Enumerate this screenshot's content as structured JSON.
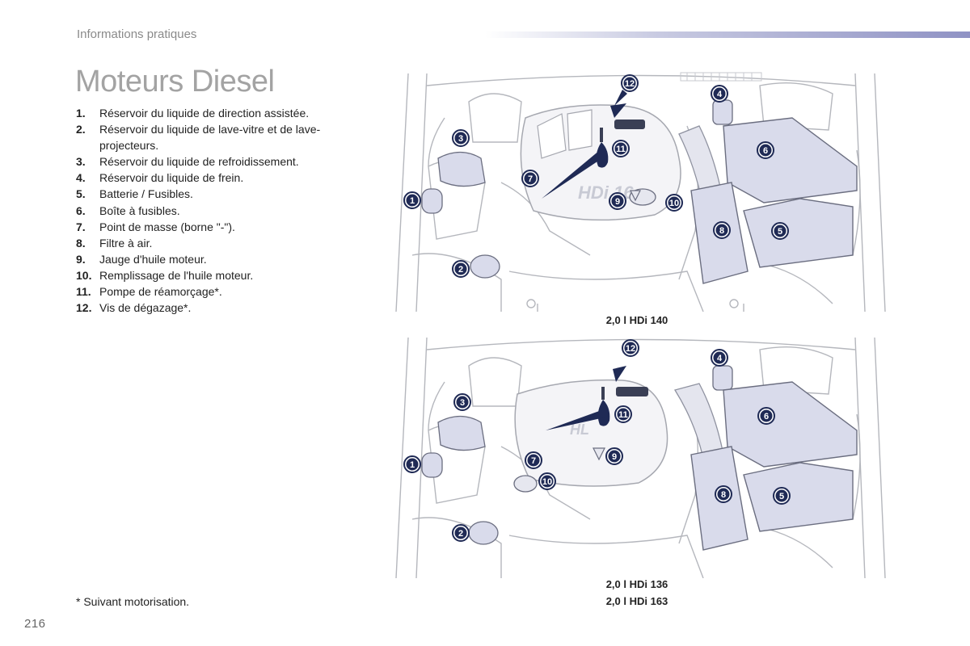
{
  "header": {
    "section": "Informations pratiques"
  },
  "title": "Moteurs Diesel",
  "legend": [
    {
      "num": "1.",
      "text": "Réservoir du liquide de direction assistée."
    },
    {
      "num": "2.",
      "text": "Réservoir du liquide de lave-vitre et de lave-projecteurs."
    },
    {
      "num": "3.",
      "text": "Réservoir du liquide de refroidissement."
    },
    {
      "num": "4.",
      "text": "Réservoir du liquide de frein."
    },
    {
      "num": "5.",
      "text": "Batterie / Fusibles."
    },
    {
      "num": "6.",
      "text": "Boîte à fusibles."
    },
    {
      "num": "7.",
      "text": "Point de masse (borne \"-\")."
    },
    {
      "num": "8.",
      "text": "Filtre à air."
    },
    {
      "num": "9.",
      "text": "Jauge d'huile moteur."
    },
    {
      "num": "10.",
      "text": "Remplissage de l'huile moteur."
    },
    {
      "num": "11.",
      "text": "Pompe de réamorçage*."
    },
    {
      "num": "12.",
      "text": "Vis de dégazage*."
    }
  ],
  "diagrams": {
    "top": {
      "caption": "2,0 l HDi 140",
      "engine_badge": "HDi 16"
    },
    "bottom": {
      "caption_line1": "2,0 l HDi 136",
      "caption_line2": "2,0 l HDi 163",
      "engine_badge": "HL"
    }
  },
  "callouts": [
    "1",
    "2",
    "3",
    "4",
    "5",
    "6",
    "7",
    "8",
    "9",
    "10",
    "11",
    "12"
  ],
  "footnote": "* Suivant motorisation.",
  "page_number": "216",
  "colors": {
    "accent": "#8f92c4",
    "callout": "#1f2a55",
    "part_fill": "#d9dbeb",
    "line": "#9da0a8"
  }
}
